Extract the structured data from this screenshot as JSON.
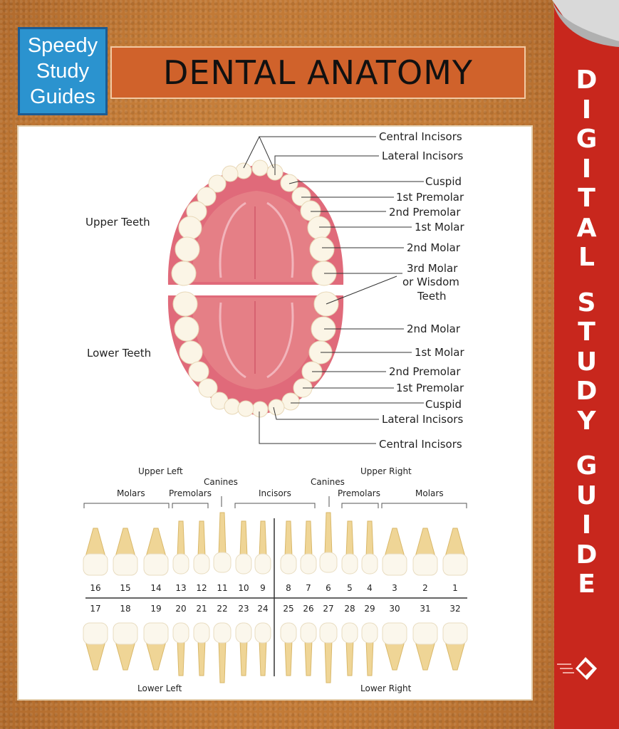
{
  "logo": {
    "line1": "Speedy",
    "line2": "Study",
    "line3": "Guides"
  },
  "title": "DENTAL ANATOMY",
  "spine": {
    "word1": [
      "D",
      "I",
      "G",
      "I",
      "T",
      "A",
      "L"
    ],
    "word2": [
      "S",
      "T",
      "U",
      "D",
      "Y"
    ],
    "word3": [
      "G",
      "U",
      "I",
      "D",
      "E"
    ]
  },
  "diagram": {
    "upper_teeth": "Upper Teeth",
    "lower_teeth": "Lower Teeth",
    "upper_labels": [
      "Central Incisors",
      "Lateral Incisors",
      "Cuspid",
      "1st Premolar",
      "2nd Premolar",
      "1st Molar",
      "2nd Molar"
    ],
    "third_molar": [
      "3rd Molar",
      "or Wisdom",
      "Teeth"
    ],
    "lower_labels": [
      "2nd Molar",
      "1st Molar",
      "2nd Premolar",
      "1st Premolar",
      "Cuspid",
      "Lateral Incisors",
      "Central Incisors"
    ]
  },
  "chart": {
    "upper_left": "Upper Left",
    "upper_right": "Upper Right",
    "lower_left": "Lower Left",
    "lower_right": "Lower Right",
    "groups": {
      "molars_l": "Molars",
      "premolars_l": "Premolars",
      "canines_l": "Canines",
      "incisors": "Incisors",
      "canines_r": "Canines",
      "premolars_r": "Premolars",
      "molars_r": "Molars"
    },
    "upper_numbers": [
      "16",
      "15",
      "14",
      "13",
      "12",
      "11",
      "10",
      "9",
      "8",
      "7",
      "6",
      "5",
      "4",
      "3",
      "2",
      "1"
    ],
    "lower_numbers": [
      "17",
      "18",
      "19",
      "20",
      "21",
      "22",
      "23",
      "24",
      "25",
      "26",
      "27",
      "28",
      "29",
      "30",
      "31",
      "32"
    ]
  },
  "colors": {
    "spine": "#c8271d",
    "cover": "#c9833f",
    "title_box": "#d0622b",
    "logo": "#2b93cf",
    "gum": "#e06a7a",
    "palate": "#e57f86"
  }
}
